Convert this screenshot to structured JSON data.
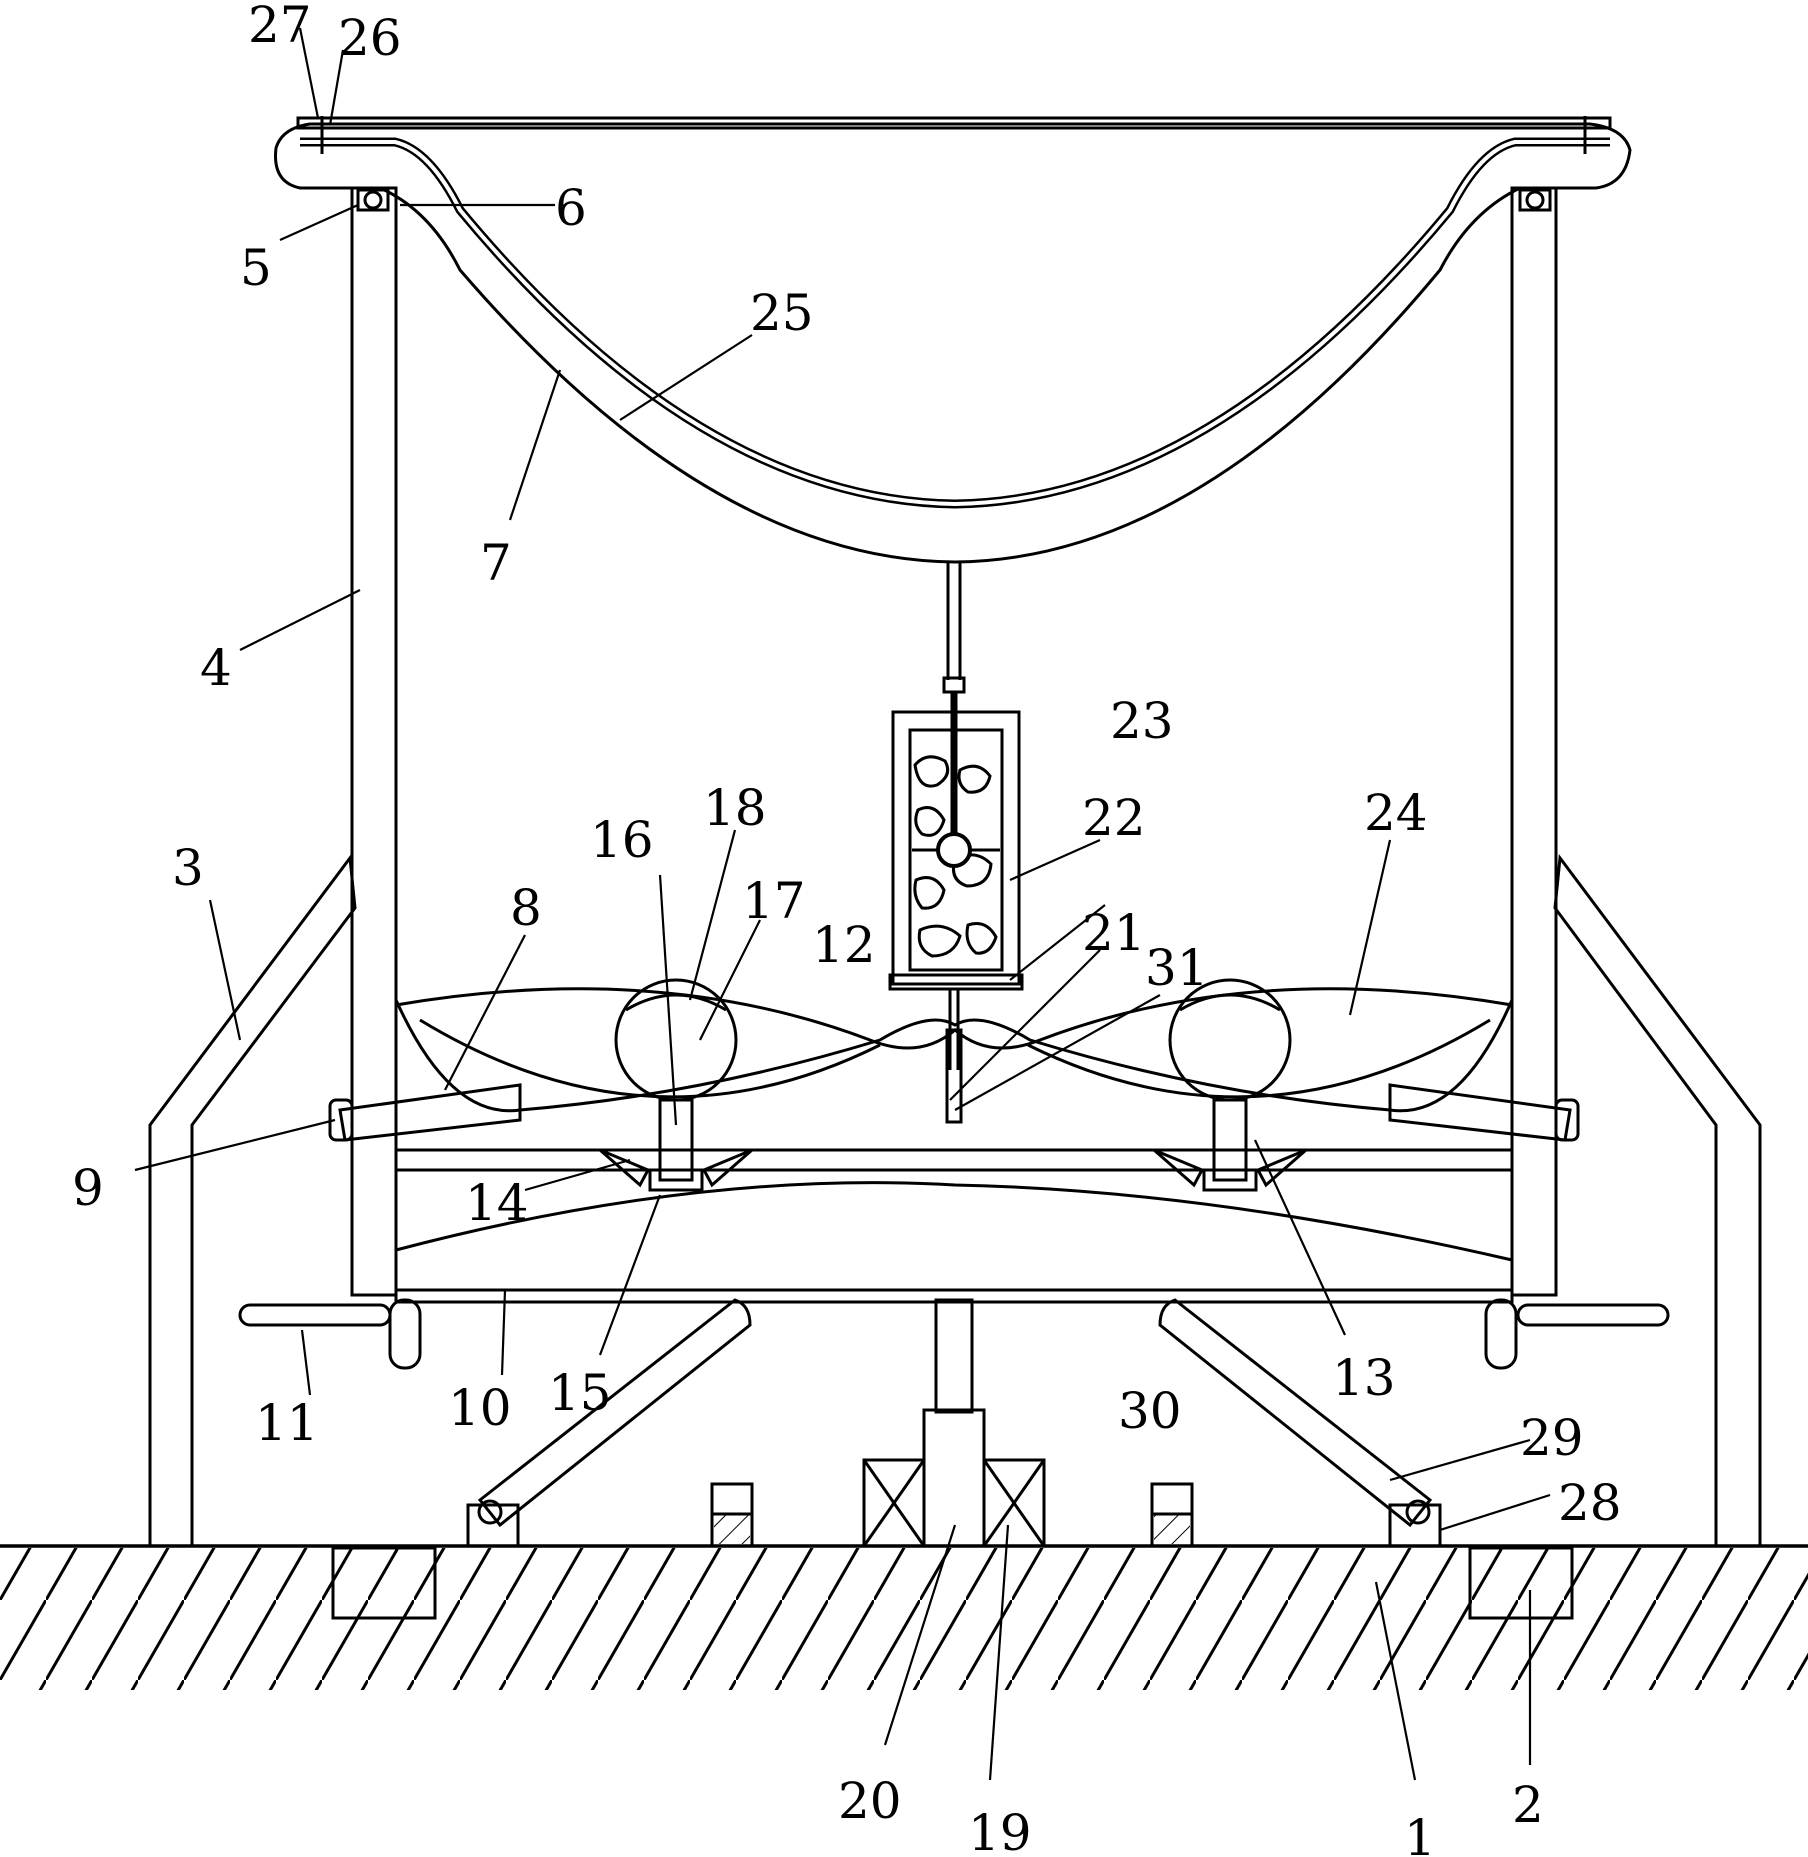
{
  "figure": {
    "type": "patent-cross-section",
    "colors": {
      "line": "#000000",
      "background": "#ffffff"
    },
    "hatching": [
      "diagonal",
      "cross-hatch",
      "crumbly-fill"
    ]
  },
  "labels": [
    {
      "id": "1",
      "text": "1"
    },
    {
      "id": "2",
      "text": "2"
    },
    {
      "id": "3",
      "text": "3"
    },
    {
      "id": "4",
      "text": "4"
    },
    {
      "id": "5",
      "text": "5"
    },
    {
      "id": "6",
      "text": "6"
    },
    {
      "id": "7",
      "text": "7"
    },
    {
      "id": "8",
      "text": "8"
    },
    {
      "id": "9",
      "text": "9"
    },
    {
      "id": "10",
      "text": "10"
    },
    {
      "id": "11",
      "text": "11"
    },
    {
      "id": "12",
      "text": "12"
    },
    {
      "id": "13",
      "text": "13"
    },
    {
      "id": "14",
      "text": "14"
    },
    {
      "id": "15",
      "text": "15"
    },
    {
      "id": "16",
      "text": "16"
    },
    {
      "id": "17",
      "text": "17"
    },
    {
      "id": "18",
      "text": "18"
    },
    {
      "id": "19",
      "text": "19"
    },
    {
      "id": "20",
      "text": "20"
    },
    {
      "id": "21",
      "text": "21"
    },
    {
      "id": "22",
      "text": "22"
    },
    {
      "id": "23",
      "text": "23"
    },
    {
      "id": "24",
      "text": "24"
    },
    {
      "id": "25",
      "text": "25"
    },
    {
      "id": "26",
      "text": "26"
    },
    {
      "id": "27",
      "text": "27"
    },
    {
      "id": "28",
      "text": "28"
    },
    {
      "id": "29",
      "text": "29"
    },
    {
      "id": "30",
      "text": "30"
    },
    {
      "id": "31",
      "text": "31"
    }
  ]
}
